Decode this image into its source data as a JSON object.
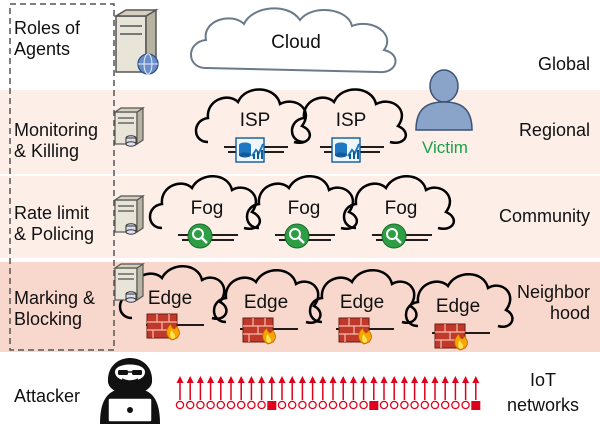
{
  "cloud_label": "Cloud",
  "roles": {
    "title": [
      "Roles of",
      "Agents"
    ],
    "monitoring": [
      "Monitoring",
      "& Killing"
    ],
    "rate": [
      "Rate limit",
      "& Policing"
    ],
    "marking": [
      "Marking &",
      "Blocking"
    ],
    "attacker": "Attacker"
  },
  "levels": {
    "global": "Global",
    "regional": "Regional",
    "community": "Community",
    "neighborhood": [
      "Neighbor",
      "hood"
    ],
    "iot": [
      "IoT",
      "networks"
    ]
  },
  "isp_label": "ISP",
  "fog_label": "Fog",
  "edge_label": "Edge",
  "victim_label": "Victim",
  "colors": {
    "band_light": "#fdeee8",
    "band_dark": "#f8d8cc",
    "arrow_red": "#e0001b",
    "victim_green": "#1aa14a"
  }
}
